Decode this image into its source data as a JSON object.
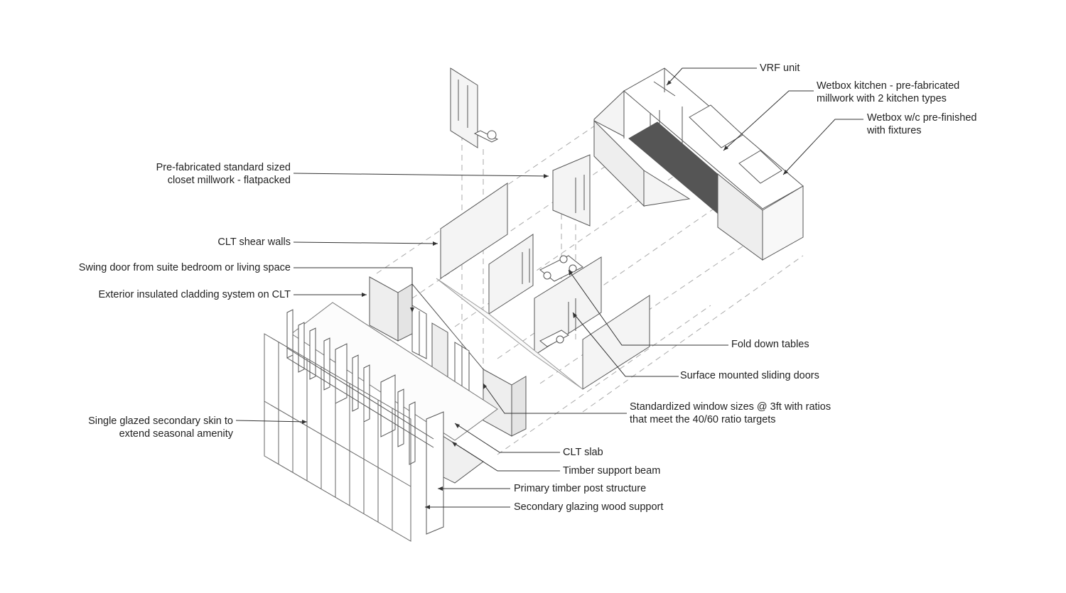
{
  "labels": {
    "vrf": [
      "VRF unit"
    ],
    "wetbox_kitchen": [
      "Wetbox kitchen - pre-fabricated",
      "millwork with 2 kitchen types"
    ],
    "wetbox_wc": [
      "Wetbox w/c pre-finished",
      "with fixtures"
    ],
    "closet": [
      "Pre-fabricated standard sized",
      "closet millwork - flatpacked"
    ],
    "shear_walls": [
      "CLT shear walls"
    ],
    "swing_door": [
      "Swing door from suite bedroom or living space"
    ],
    "cladding": [
      "Exterior insulated cladding system on CLT"
    ],
    "fold_tables": [
      "Fold down tables"
    ],
    "sliding_doors": [
      "Surface mounted sliding doors"
    ],
    "windows": [
      "Standardized window sizes @ 3ft with ratios",
      "that meet the 40/60 ratio targets"
    ],
    "glazed_skin": [
      "Single glazed secondary skin to",
      "extend seasonal amenity"
    ],
    "clt_slab": [
      "CLT slab"
    ],
    "timber_beam": [
      "Timber support beam"
    ],
    "timber_post": [
      "Primary timber post structure"
    ],
    "glazing_support": [
      "Secondary glazing wood support"
    ]
  },
  "colors": {
    "line": "#555555",
    "leader": "#333333",
    "dark_floor": "#555555",
    "panel_fill": "#f4f4f4",
    "panel_fill_dark": "#e6e6e6"
  }
}
